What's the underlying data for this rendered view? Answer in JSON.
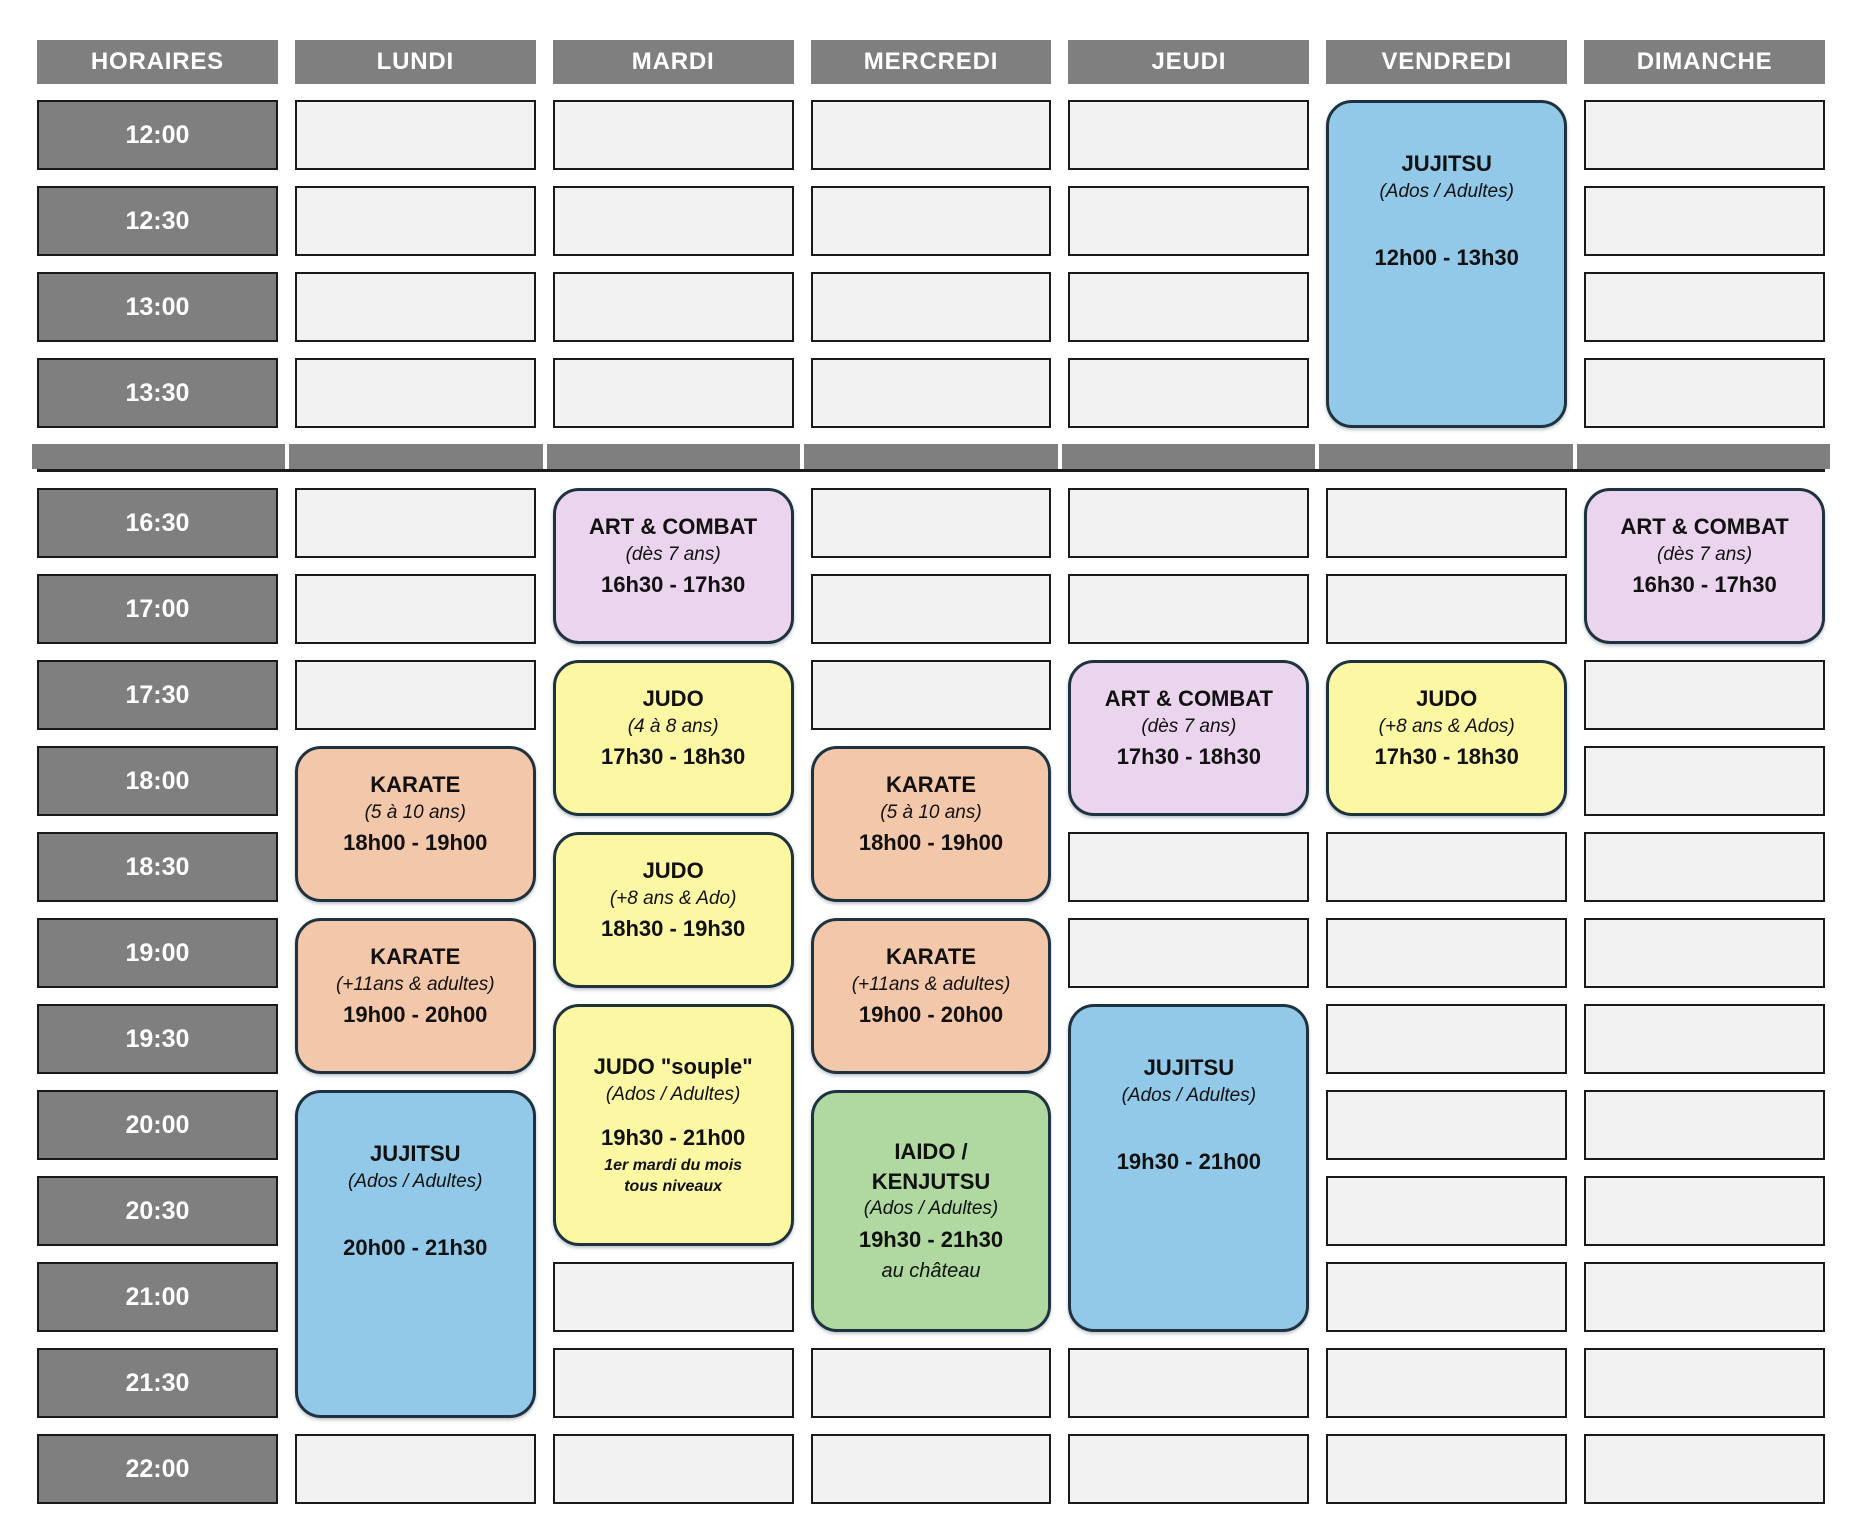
{
  "columns": [
    "HORAIRES",
    "LUNDI",
    "MARDI",
    "MERCREDI",
    "JEUDI",
    "VENDREDI",
    "DIMANCHE"
  ],
  "morning_times": [
    "12:00",
    "12:30",
    "13:00",
    "13:30"
  ],
  "evening_times": [
    "16:30",
    "17:00",
    "17:30",
    "18:00",
    "18:30",
    "19:00",
    "19:30",
    "20:00",
    "20:30",
    "21:00",
    "21:30",
    "22:00"
  ],
  "palette": {
    "header_bg": "#7f7f7f",
    "header_text": "#ffffff",
    "cell_bg": "#f2f2f2",
    "cell_border": "#1a1a1a",
    "block_border": "#1e3240",
    "blue": "#92c9e8",
    "pink": "#ebd4ed",
    "yellow": "#fbf7a3",
    "salmon": "#f3c7a9",
    "green": "#b0d9a2"
  },
  "events": [
    {
      "day": "vendredi",
      "col": 6,
      "row": 2,
      "span": 4,
      "color": "blue",
      "layout": "tall",
      "lines": [
        {
          "text": "JUJITSU",
          "style": "title"
        },
        {
          "text": "(Ados / Adultes)",
          "style": "sub"
        },
        {
          "text": "",
          "style": "spacer"
        },
        {
          "text": "12h00 - 13h30",
          "style": "time"
        }
      ]
    },
    {
      "day": "mardi",
      "col": 3,
      "row": 7,
      "span": 2,
      "color": "pink",
      "layout": "compact",
      "lines": [
        {
          "text": "ART & COMBAT",
          "style": "title"
        },
        {
          "text": "(dès 7 ans)",
          "style": "sub"
        },
        {
          "text": "16h30 - 17h30",
          "style": "time"
        }
      ]
    },
    {
      "day": "dimanche",
      "col": 7,
      "row": 7,
      "span": 2,
      "color": "pink",
      "layout": "compact",
      "lines": [
        {
          "text": "ART & COMBAT",
          "style": "title"
        },
        {
          "text": "(dès 7 ans)",
          "style": "sub"
        },
        {
          "text": "16h30 - 17h30",
          "style": "time"
        }
      ]
    },
    {
      "day": "mardi",
      "col": 3,
      "row": 9,
      "span": 2,
      "color": "yellow",
      "layout": "compact",
      "lines": [
        {
          "text": "JUDO",
          "style": "title"
        },
        {
          "text": "(4 à 8 ans)",
          "style": "sub"
        },
        {
          "text": "17h30 - 18h30",
          "style": "time"
        }
      ]
    },
    {
      "day": "jeudi",
      "col": 5,
      "row": 9,
      "span": 2,
      "color": "pink",
      "layout": "compact",
      "lines": [
        {
          "text": "ART & COMBAT",
          "style": "title"
        },
        {
          "text": "(dès 7 ans)",
          "style": "sub"
        },
        {
          "text": "17h30 - 18h30",
          "style": "time"
        }
      ]
    },
    {
      "day": "vendredi",
      "col": 6,
      "row": 9,
      "span": 2,
      "color": "yellow",
      "layout": "compact",
      "lines": [
        {
          "text": "JUDO",
          "style": "title"
        },
        {
          "text": "(+8 ans & Ados)",
          "style": "sub"
        },
        {
          "text": "17h30 - 18h30",
          "style": "time"
        }
      ]
    },
    {
      "day": "lundi",
      "col": 2,
      "row": 10,
      "span": 2,
      "color": "salmon",
      "layout": "compact",
      "lines": [
        {
          "text": "KARATE",
          "style": "title"
        },
        {
          "text": "(5 à 10 ans)",
          "style": "sub"
        },
        {
          "text": "18h00 - 19h00",
          "style": "time"
        }
      ]
    },
    {
      "day": "mercredi",
      "col": 4,
      "row": 10,
      "span": 2,
      "color": "salmon",
      "layout": "compact",
      "lines": [
        {
          "text": "KARATE",
          "style": "title"
        },
        {
          "text": "(5 à 10 ans)",
          "style": "sub"
        },
        {
          "text": "18h00 - 19h00",
          "style": "time"
        }
      ]
    },
    {
      "day": "mardi",
      "col": 3,
      "row": 11,
      "span": 2,
      "color": "yellow",
      "layout": "compact",
      "lines": [
        {
          "text": "JUDO",
          "style": "title"
        },
        {
          "text": "(+8 ans & Ado)",
          "style": "sub"
        },
        {
          "text": "18h30 - 19h30",
          "style": "time"
        }
      ]
    },
    {
      "day": "lundi",
      "col": 2,
      "row": 12,
      "span": 2,
      "color": "salmon",
      "layout": "compact",
      "lines": [
        {
          "text": "KARATE",
          "style": "title"
        },
        {
          "text": "(+11ans & adultes)",
          "style": "sub"
        },
        {
          "text": "19h00 - 20h00",
          "style": "time"
        }
      ]
    },
    {
      "day": "mercredi",
      "col": 4,
      "row": 12,
      "span": 2,
      "color": "salmon",
      "layout": "compact",
      "lines": [
        {
          "text": "KARATE",
          "style": "title"
        },
        {
          "text": "(+11ans & adultes)",
          "style": "sub"
        },
        {
          "text": "19h00 - 20h00",
          "style": "time"
        }
      ]
    },
    {
      "day": "mardi",
      "col": 3,
      "row": 13,
      "span": 3,
      "color": "yellow",
      "layout": "center",
      "lines": [
        {
          "text": "JUDO \"souple\"",
          "style": "title"
        },
        {
          "text": "(Ados / Adultes)",
          "style": "sub"
        },
        {
          "text": "",
          "style": "spacer2"
        },
        {
          "text": "19h30 - 21h00",
          "style": "time"
        },
        {
          "text": "1er mardi du mois",
          "style": "note"
        },
        {
          "text": "tous niveaux",
          "style": "note"
        }
      ]
    },
    {
      "day": "jeudi",
      "col": 5,
      "row": 13,
      "span": 4,
      "color": "blue",
      "layout": "tall",
      "lines": [
        {
          "text": "JUJITSU",
          "style": "title"
        },
        {
          "text": "(Ados / Adultes)",
          "style": "sub"
        },
        {
          "text": "",
          "style": "spacer"
        },
        {
          "text": "19h30 - 21h00",
          "style": "time"
        }
      ]
    },
    {
      "day": "lundi",
      "col": 2,
      "row": 14,
      "span": 4,
      "color": "blue",
      "layout": "tall",
      "lines": [
        {
          "text": "JUJITSU",
          "style": "title"
        },
        {
          "text": "(Ados / Adultes)",
          "style": "sub"
        },
        {
          "text": "",
          "style": "spacer"
        },
        {
          "text": "20h00 - 21h30",
          "style": "time"
        }
      ]
    },
    {
      "day": "mercredi",
      "col": 4,
      "row": 14,
      "span": 3,
      "color": "green",
      "layout": "center",
      "lines": [
        {
          "text": "IAIDO /",
          "style": "title"
        },
        {
          "text": "KENJUTSU",
          "style": "title"
        },
        {
          "text": "(Ados / Adultes)",
          "style": "sub"
        },
        {
          "text": "19h30 - 21h30",
          "style": "time"
        },
        {
          "text": "au château",
          "style": "noteit"
        }
      ]
    }
  ]
}
